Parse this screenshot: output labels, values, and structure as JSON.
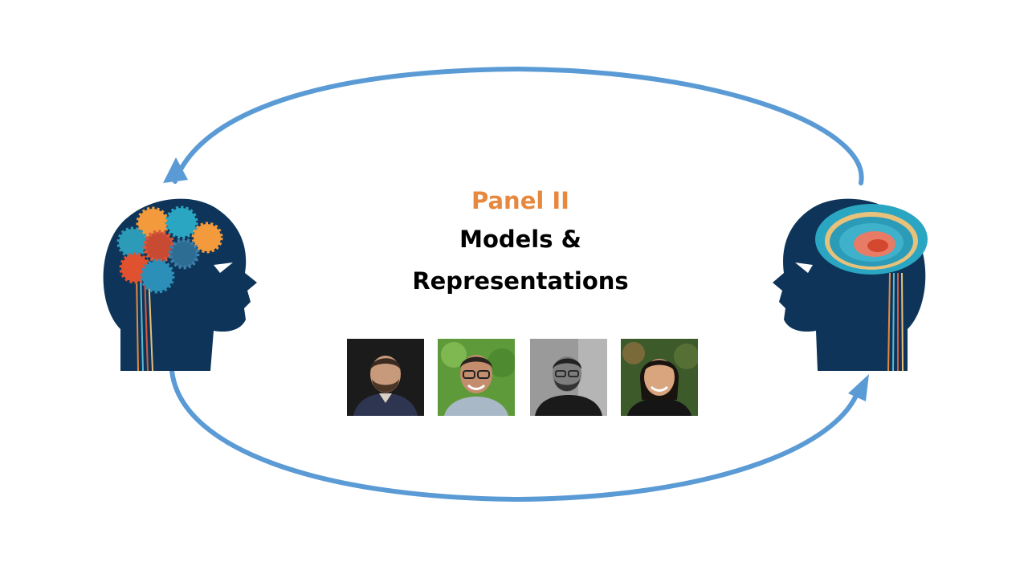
{
  "panel": {
    "label": "Panel II",
    "title_line1": "Models &",
    "title_line2": "Representations"
  },
  "colors": {
    "accent": "#E8883F",
    "arrow": "#5B9BD5",
    "head": "#0E3559",
    "text": "#000000"
  },
  "icons": {
    "left": "head-with-gears-icon",
    "right": "head-with-brain-icon"
  },
  "panelists": [
    {
      "photo": "panelist-photo-1"
    },
    {
      "photo": "panelist-photo-2"
    },
    {
      "photo": "panelist-photo-3"
    },
    {
      "photo": "panelist-photo-4"
    }
  ]
}
